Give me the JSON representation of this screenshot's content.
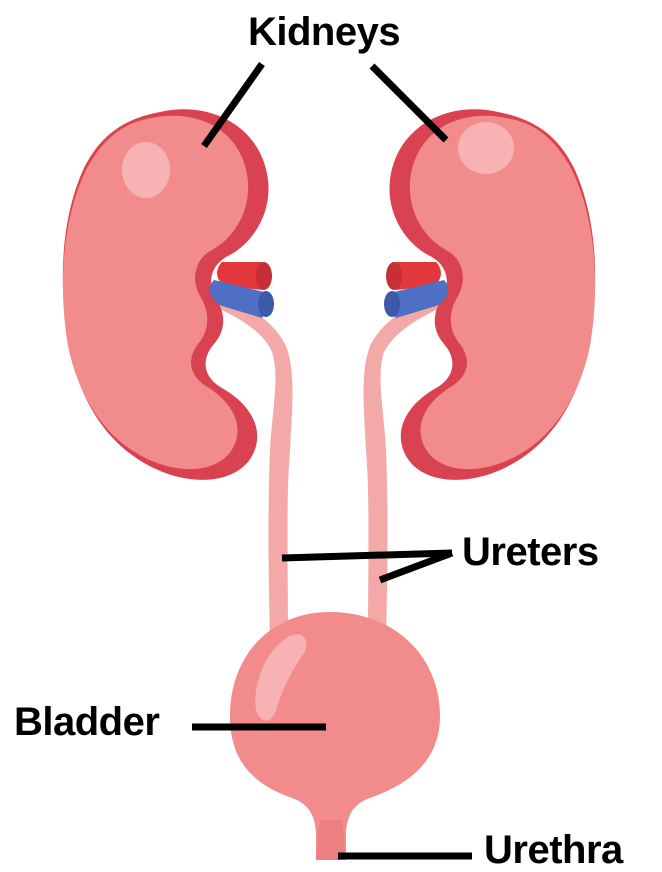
{
  "labels": {
    "kidneys": "Kidneys",
    "ureters": "Ureters",
    "bladder": "Bladder",
    "urethra": "Urethra"
  },
  "colors": {
    "kidney_fill": "#f28c8c",
    "kidney_dark": "#d94250",
    "kidney_edge": "#c93a46",
    "highlight": "#f7b3b3",
    "ureter": "#f4a9a9",
    "artery": "#e2383c",
    "vein": "#4f6fc4",
    "bladder": "#f28c8c",
    "leader_line": "#000000"
  }
}
